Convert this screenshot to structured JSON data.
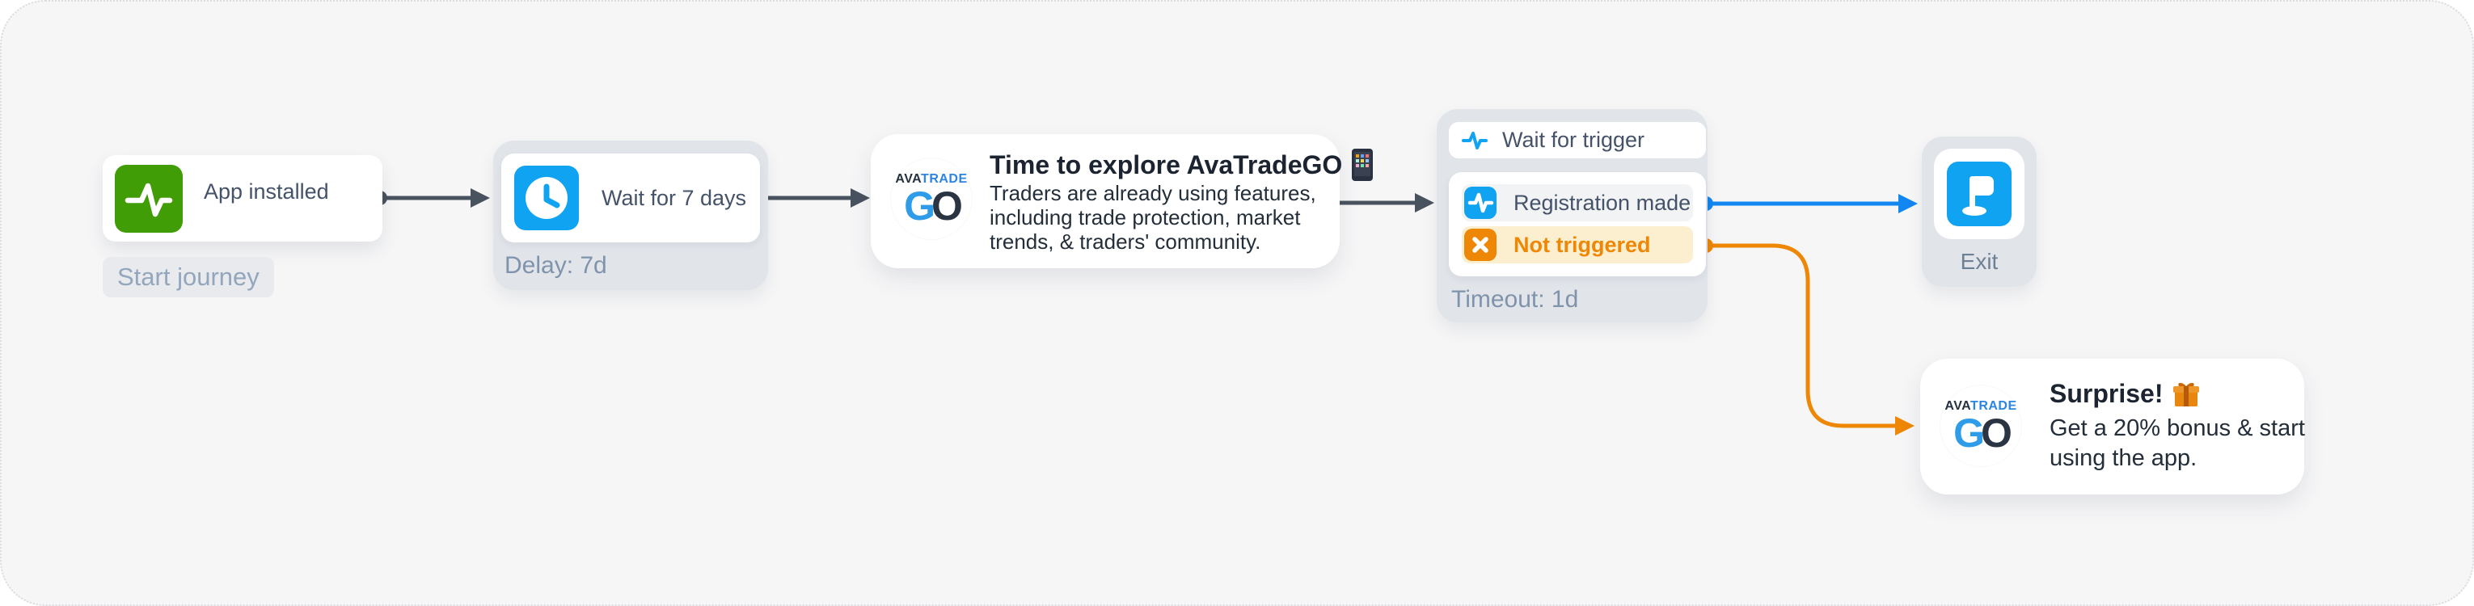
{
  "flow": {
    "start": {
      "label": "App installed",
      "badge": "Start journey"
    },
    "delay": {
      "label": "Wait for 7 days",
      "meta": "Delay: 7d"
    },
    "explore_message": {
      "brand_ava": "AVA",
      "brand_trade": "TRADE",
      "brand_g": "G",
      "brand_o": "O",
      "title": "Time to explore AvaTradeGO",
      "title_emoji": "📱",
      "body": "Traders are already using features, including trade protection, market trends, & traders' community.",
      "body_lines": [
        "Traders are already using features,",
        "including trade protection, market",
        "trends, & traders' community."
      ]
    },
    "trigger": {
      "header": "Wait for trigger",
      "branches": [
        {
          "label": "Registration made"
        },
        {
          "label": "Not triggered"
        }
      ],
      "meta": "Timeout: 1d"
    },
    "exit": {
      "label": "Exit"
    },
    "surprise_message": {
      "brand_ava": "AVA",
      "brand_trade": "TRADE",
      "brand_g": "G",
      "brand_o": "O",
      "title": "Surprise!",
      "title_emoji": "🎁",
      "body": "Get a 20% bonus & start using the app.",
      "body_lines": [
        "Get a 20% bonus & start",
        "using the app."
      ]
    },
    "colors": {
      "green": "#419d06",
      "icon_blue": "#10a3f2",
      "connector_blue": "#1287f1",
      "orange": "#ee8705",
      "orange_row_bg": "#fcefd0",
      "dark_connector": "#49525f",
      "canvas_bg": "#f6f6f7",
      "container_bg": "#e1e4e9"
    }
  }
}
